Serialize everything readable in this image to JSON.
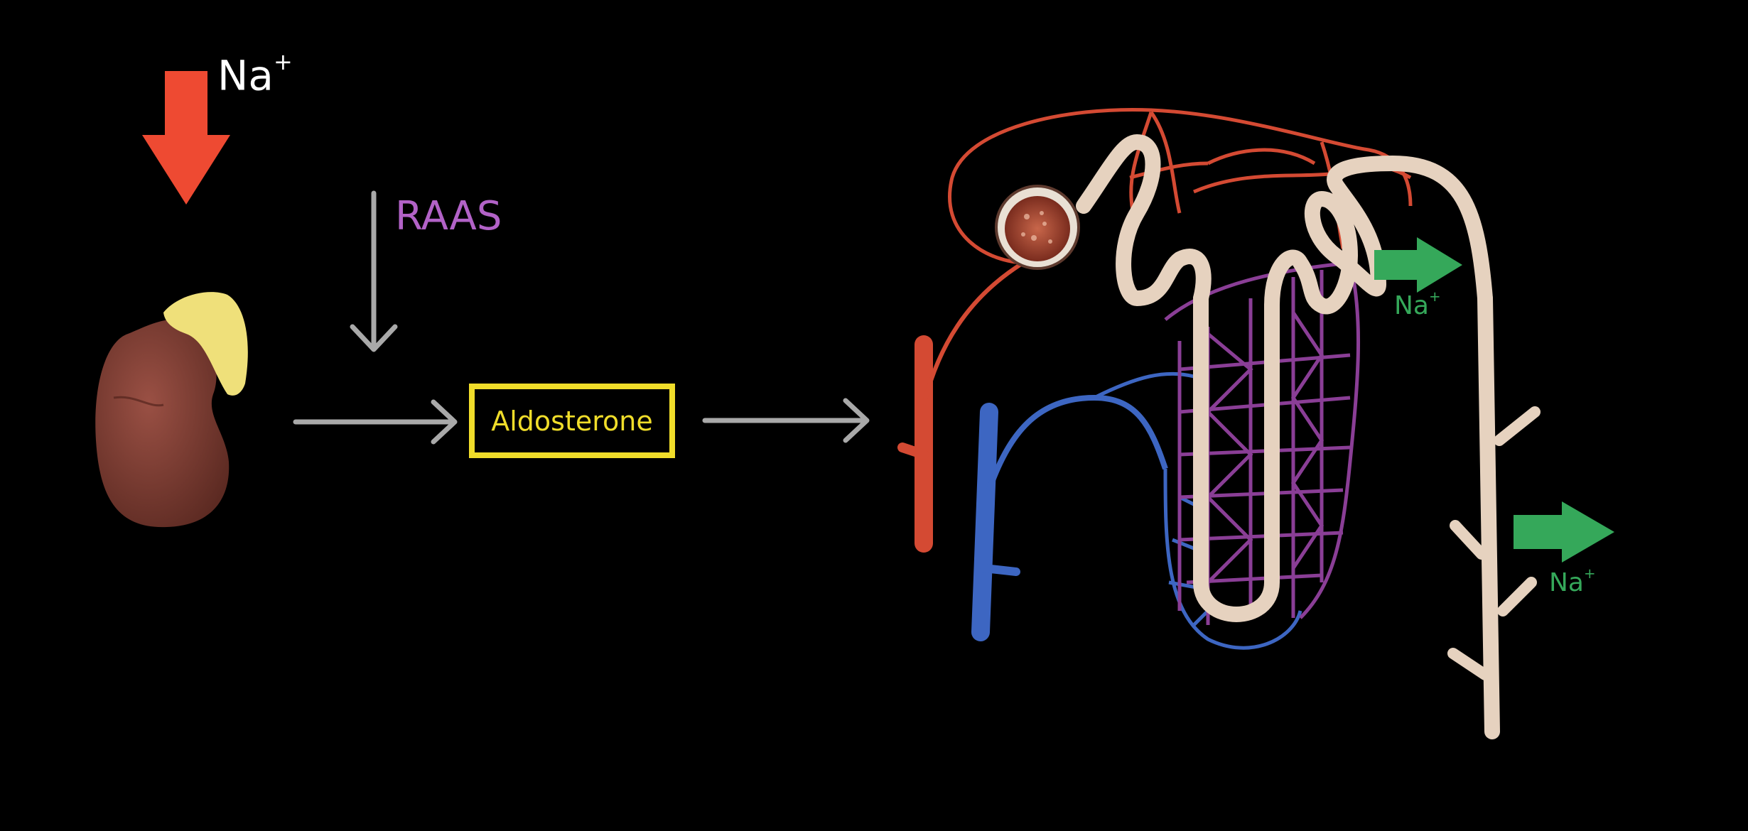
{
  "labels": {
    "sodium_top": "Na",
    "sodium_top_charge": "+",
    "raas": "RAAS",
    "aldosterone": "Aldosterone",
    "sodium_right_1": "Na",
    "sodium_right_1_charge": "+",
    "sodium_right_2": "Na",
    "sodium_right_2_charge": "+"
  },
  "colors": {
    "background": "#000000",
    "decrease_arrow": "#ee4a32",
    "flow_arrow": "#a9a9a9",
    "raas_text": "#b262c7",
    "aldosterone_box": "#f0dd2a",
    "sodium_reabsorption": "#35a85a",
    "tubule": "#e6d2bf",
    "artery": "#d44a33",
    "vein": "#3d66c2",
    "capillary": "#8a3e96",
    "kidney": "#7a3a30",
    "adrenal_gland": "#efe07a"
  },
  "icons": {
    "kidney": "kidney-adrenal-icon",
    "nephron": "nephron-diagram"
  }
}
